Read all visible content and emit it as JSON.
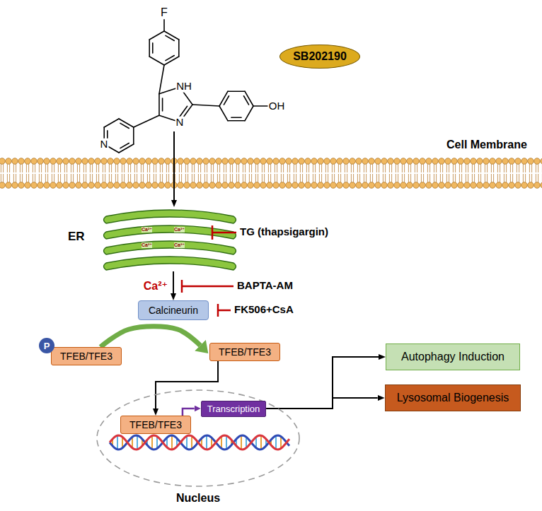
{
  "diagram": {
    "nodes": [
      {
        "text": [
          "SB202190"
        ]
      },
      {
        "text": [
          "ER",
          "Ca²⁺",
          "Ca²⁺",
          "Ca²⁺",
          "Ca²⁺"
        ]
      },
      {
        "text": [
          "Calcineurin"
        ]
      },
      {
        "text": [
          "P"
        ]
      },
      {
        "text": [
          "TFEB/TFE3"
        ]
      },
      {
        "text": [
          "TFEB/TFE3"
        ]
      },
      {
        "text": [
          "Nucleus"
        ]
      },
      {
        "text": [
          "TFEB/TFE3"
        ],
        "in": 6
      },
      {
        "text": [
          "Transcription"
        ],
        "in": 6
      },
      {
        "text": [
          "Autophagy Induction"
        ]
      },
      {
        "text": [
          "Lysosomal Biogenesis"
        ]
      }
    ],
    "edges": [
      {
        "from": 1,
        "to": 2,
        "arrow": "to",
        "label": "Ca²⁺"
      },
      {
        "from": 4,
        "to": 5,
        "arrow": "to"
      },
      {
        "from": 5,
        "to": 7,
        "arrow": "to"
      },
      {
        "from": 7,
        "to": 8,
        "arrow": "to"
      },
      {
        "from": 8,
        "to": 9,
        "arrow": "to"
      },
      {
        "from": 8,
        "to": 10,
        "arrow": "to"
      }
    ],
    "labels": [
      "F",
      "NH",
      "N",
      "N",
      "OH",
      "Cell Membrane",
      "TG (thapsigargin)",
      "BAPTA-AM",
      "FK506+CsA"
    ]
  }
}
